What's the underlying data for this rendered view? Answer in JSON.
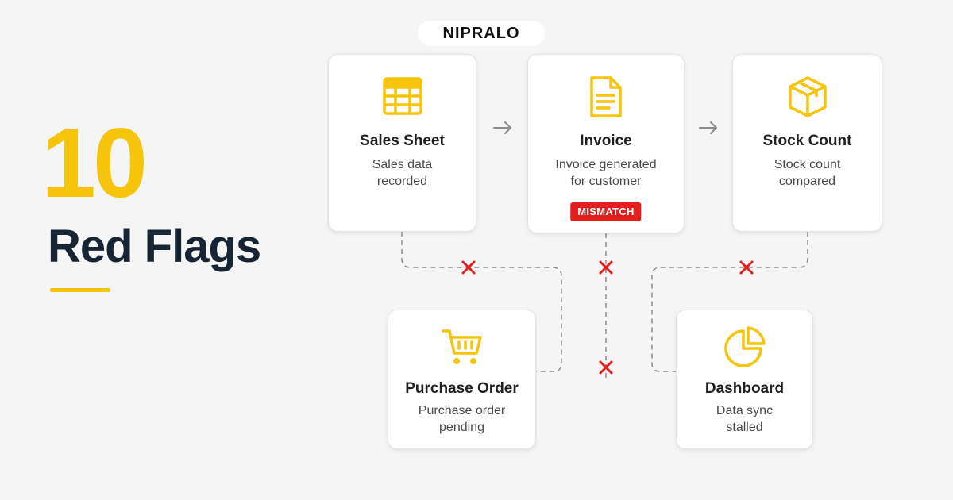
{
  "brand": {
    "name": "NIPRALO"
  },
  "headline": {
    "number": "10",
    "text": "Red Flags"
  },
  "cards": {
    "sales_sheet": {
      "title": "Sales Sheet",
      "desc_line1": "Sales data",
      "desc_line2": "recorded",
      "icon": "spreadsheet-icon"
    },
    "invoice": {
      "title": "Invoice",
      "desc_line1": "Invoice generated",
      "desc_line2": "for customer",
      "badge": "MISMATCH",
      "icon": "document-icon"
    },
    "stock_count": {
      "title": "Stock Count",
      "desc_line1": "Stock count",
      "desc_line2": "compared",
      "icon": "box-icon"
    },
    "purchase_order": {
      "title": "Purchase Order",
      "desc_line1": "Purchase order",
      "desc_line2": "pending",
      "icon": "cart-icon"
    },
    "dashboard": {
      "title": "Dashboard",
      "desc_line1": "Data sync",
      "desc_line2": "stalled",
      "icon": "pie-chart-icon"
    }
  },
  "colors": {
    "accent": "#f6c40a",
    "text_dark": "#172433",
    "error": "#e41d1d",
    "connector": "#8c8c8c",
    "background": "#f5f5f5"
  }
}
